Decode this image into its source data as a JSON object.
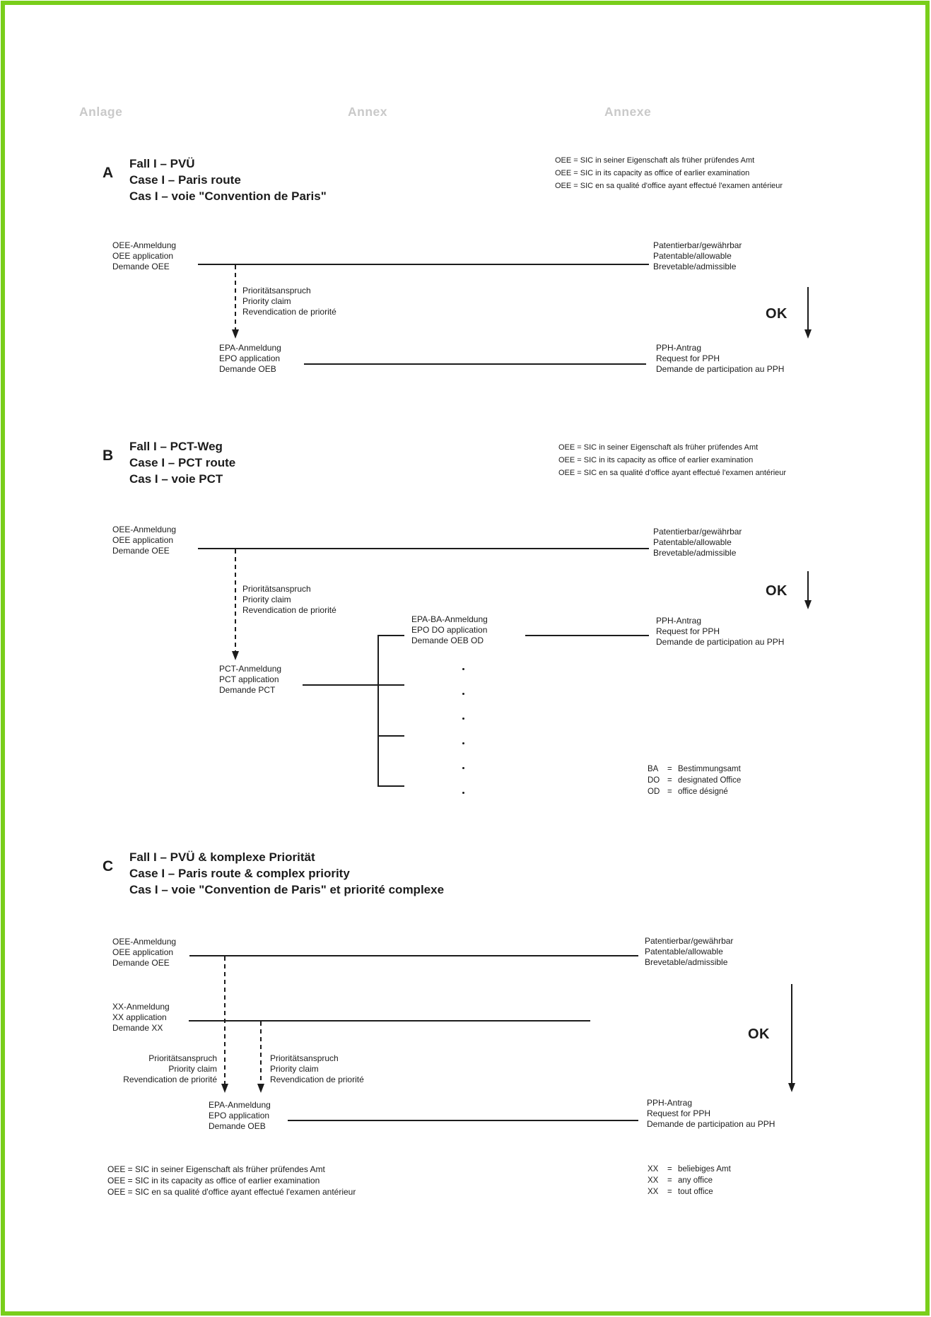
{
  "page": {
    "border_color": "#79ce1b",
    "header": {
      "de": "Anlage",
      "en": "Annex",
      "fr": "Annexe"
    }
  },
  "shared": {
    "ok": "OK",
    "oee_application": [
      "OEE-Anmeldung",
      "OEE application",
      "Demande OEE"
    ],
    "priority_claim": [
      "Prioritätsanspruch",
      "Priority claim",
      "Revendication de priorité"
    ],
    "patentable": [
      "Patentierbar/gewährbar",
      "Patentable/allowable",
      "Brevetable/admissible"
    ],
    "pph_request": [
      "PPH-Antrag",
      "Request for PPH",
      "Demande de participation au PPH"
    ],
    "oee_legend": [
      "OEE = SIC in seiner Eigenschaft als früher prüfendes Amt",
      "OEE = SIC in its capacity as office of earlier examination",
      "OEE = SIC en sa qualité d'office ayant effectué l'examen antérieur"
    ]
  },
  "section_a": {
    "letter": "A",
    "title": [
      "Fall I – PVÜ",
      "Case I – Paris route",
      "Cas I  – voie \"Convention de Paris\""
    ],
    "epo_application": [
      "EPA-Anmeldung",
      "EPO application",
      "Demande OEB"
    ]
  },
  "section_b": {
    "letter": "B",
    "title": [
      "Fall I – PCT-Weg",
      "Case I – PCT route",
      "Cas I – voie PCT"
    ],
    "pct_application": [
      "PCT-Anmeldung",
      "PCT application",
      "Demande PCT"
    ],
    "epo_do_application": [
      "EPA-BA-Anmeldung",
      "EPO DO application",
      "Demande OEB OD"
    ],
    "ba_legend": [
      {
        "abbr": "BA",
        "eq": "=",
        "text": "Bestimmungsamt"
      },
      {
        "abbr": "DO",
        "eq": "=",
        "text": "designated Office"
      },
      {
        "abbr": "OD",
        "eq": "=",
        "text": "office désigné"
      }
    ]
  },
  "section_c": {
    "letter": "C",
    "title": [
      "Fall I – PVÜ & komplexe Priorität",
      "Case I – Paris route & complex priority",
      "Cas I – voie \"Convention de Paris\" et priorité complexe"
    ],
    "xx_application": [
      "XX-Anmeldung",
      "XX application",
      "Demande XX"
    ],
    "epo_application": [
      "EPA-Anmeldung",
      "EPO application",
      "Demande OEB"
    ],
    "xx_legend": [
      {
        "abbr": "XX",
        "eq": "=",
        "text": "beliebiges Amt"
      },
      {
        "abbr": "XX",
        "eq": "=",
        "text": "any office"
      },
      {
        "abbr": "XX",
        "eq": "=",
        "text": "tout office"
      }
    ]
  }
}
